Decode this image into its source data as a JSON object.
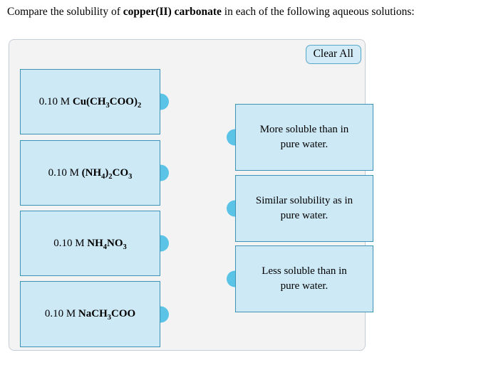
{
  "title": {
    "prefix": "Compare the solubility of ",
    "bold": "copper(II) carbonate",
    "suffix": " in each of the following aqueous solutions:"
  },
  "panel": {
    "clear_all_label": "Clear All",
    "choices": [
      {
        "prefix": "0.10 M ",
        "formula": [
          {
            "t": "Cu(CH"
          },
          {
            "t": "3",
            "sub": true
          },
          {
            "t": "COO)"
          },
          {
            "t": "2",
            "sub": true
          }
        ]
      },
      {
        "prefix": "0.10 M ",
        "formula": [
          {
            "t": "(NH"
          },
          {
            "t": "4",
            "sub": true
          },
          {
            "t": ")"
          },
          {
            "t": "2",
            "sub": true
          },
          {
            "t": "CO"
          },
          {
            "t": "3",
            "sub": true
          }
        ]
      },
      {
        "prefix": "0.10 M ",
        "formula": [
          {
            "t": "NH"
          },
          {
            "t": "4",
            "sub": true
          },
          {
            "t": "NO"
          },
          {
            "t": "3",
            "sub": true
          }
        ]
      },
      {
        "prefix": "0.10 M ",
        "formula": [
          {
            "t": "NaCH"
          },
          {
            "t": "3",
            "sub": true
          },
          {
            "t": "COO"
          }
        ]
      }
    ],
    "answers": [
      {
        "label": "More soluble than in pure water."
      },
      {
        "label": "Similar solubility as in pure water."
      },
      {
        "label": "Less soluble than in pure water."
      }
    ]
  },
  "colors": {
    "box_fill": "#cee9f6",
    "box_border": "#3d93b5",
    "connector": "#5bc3e6",
    "panel_bg": "#f3f3f4",
    "panel_border": "#c6ccd3",
    "button_fill": "#d2ebf7",
    "button_border": "#56a7c8",
    "text": "#000000"
  }
}
